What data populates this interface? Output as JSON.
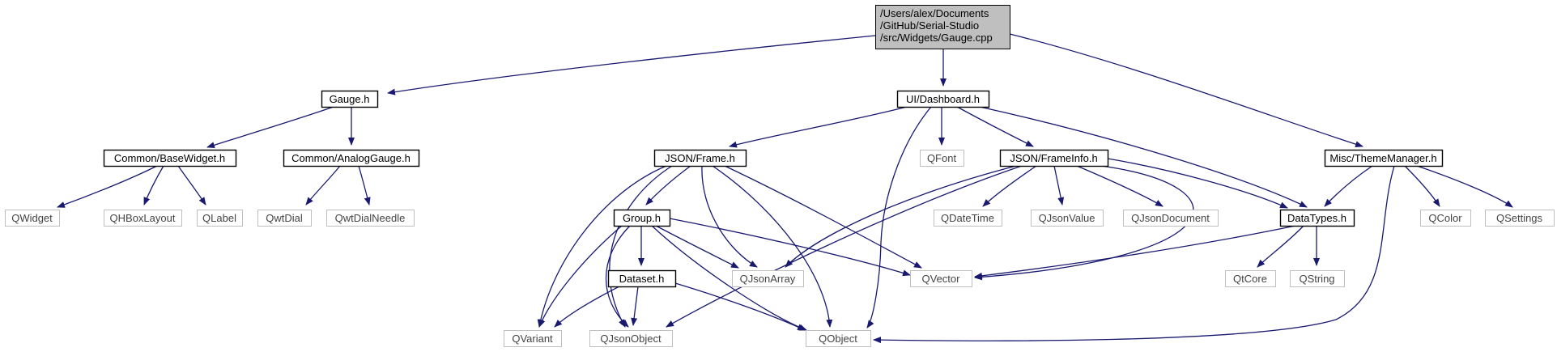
{
  "diagram": {
    "type": "include-dependency-graph",
    "colors": {
      "edge": "#191970",
      "root_fill": "#bfbfbf",
      "node_border": "#000000",
      "external_border": "#bfbfbf"
    },
    "nodes": [
      {
        "id": "root",
        "kind": "root",
        "lines": [
          "/Users/alex/Documents",
          "/GitHub/Serial-Studio",
          "/src/Widgets/Gauge.cpp"
        ]
      },
      {
        "id": "gauge_h",
        "kind": "internal",
        "lines": [
          "Gauge.h"
        ]
      },
      {
        "id": "dashboard_h",
        "kind": "internal",
        "lines": [
          "UI/Dashboard.h"
        ]
      },
      {
        "id": "thememanager_h",
        "kind": "internal",
        "lines": [
          "Misc/ThemeManager.h"
        ]
      },
      {
        "id": "basewidget_h",
        "kind": "internal",
        "lines": [
          "Common/BaseWidget.h"
        ]
      },
      {
        "id": "analoggauge_h",
        "kind": "internal",
        "lines": [
          "Common/AnalogGauge.h"
        ]
      },
      {
        "id": "frame_h",
        "kind": "internal",
        "lines": [
          "JSON/Frame.h"
        ]
      },
      {
        "id": "qfont",
        "kind": "external",
        "lines": [
          "QFont"
        ]
      },
      {
        "id": "frameinfo_h",
        "kind": "internal",
        "lines": [
          "JSON/FrameInfo.h"
        ]
      },
      {
        "id": "qwidget",
        "kind": "external",
        "lines": [
          "QWidget"
        ]
      },
      {
        "id": "qhboxlayout",
        "kind": "external",
        "lines": [
          "QHBoxLayout"
        ]
      },
      {
        "id": "qlabel",
        "kind": "external",
        "lines": [
          "QLabel"
        ]
      },
      {
        "id": "qwtdial",
        "kind": "external",
        "lines": [
          "QwtDial"
        ]
      },
      {
        "id": "qwtdialneedle",
        "kind": "external",
        "lines": [
          "QwtDialNeedle"
        ]
      },
      {
        "id": "group_h",
        "kind": "internal",
        "lines": [
          "Group.h"
        ]
      },
      {
        "id": "qdatetime",
        "kind": "external",
        "lines": [
          "QDateTime"
        ]
      },
      {
        "id": "qjsonvalue",
        "kind": "external",
        "lines": [
          "QJsonValue"
        ]
      },
      {
        "id": "qjsondocument",
        "kind": "external",
        "lines": [
          "QJsonDocument"
        ]
      },
      {
        "id": "datatypes_h",
        "kind": "internal",
        "lines": [
          "DataTypes.h"
        ]
      },
      {
        "id": "qcolor",
        "kind": "external",
        "lines": [
          "QColor"
        ]
      },
      {
        "id": "qsettings",
        "kind": "external",
        "lines": [
          "QSettings"
        ]
      },
      {
        "id": "qjsonarray",
        "kind": "external",
        "lines": [
          "QJsonArray"
        ]
      },
      {
        "id": "qvector",
        "kind": "external",
        "lines": [
          "QVector"
        ]
      },
      {
        "id": "dataset_h",
        "kind": "internal",
        "lines": [
          "Dataset.h"
        ]
      },
      {
        "id": "qtcore",
        "kind": "external",
        "lines": [
          "QtCore"
        ]
      },
      {
        "id": "qstring",
        "kind": "external",
        "lines": [
          "QString"
        ]
      },
      {
        "id": "qvariant",
        "kind": "external",
        "lines": [
          "QVariant"
        ]
      },
      {
        "id": "qjsonobject",
        "kind": "external",
        "lines": [
          "QJsonObject"
        ]
      },
      {
        "id": "qobject",
        "kind": "external",
        "lines": [
          "QObject"
        ]
      }
    ],
    "edges": [
      {
        "from": "root",
        "to": "gauge_h"
      },
      {
        "from": "root",
        "to": "dashboard_h"
      },
      {
        "from": "root",
        "to": "thememanager_h"
      },
      {
        "from": "gauge_h",
        "to": "basewidget_h"
      },
      {
        "from": "gauge_h",
        "to": "analoggauge_h"
      },
      {
        "from": "basewidget_h",
        "to": "qwidget"
      },
      {
        "from": "basewidget_h",
        "to": "qhboxlayout"
      },
      {
        "from": "basewidget_h",
        "to": "qlabel"
      },
      {
        "from": "analoggauge_h",
        "to": "qwtdial"
      },
      {
        "from": "analoggauge_h",
        "to": "qwtdialneedle"
      },
      {
        "from": "dashboard_h",
        "to": "frame_h"
      },
      {
        "from": "dashboard_h",
        "to": "qfont"
      },
      {
        "from": "dashboard_h",
        "to": "frameinfo_h"
      },
      {
        "from": "dashboard_h",
        "to": "datatypes_h"
      },
      {
        "from": "dashboard_h",
        "to": "qobject"
      },
      {
        "from": "frame_h",
        "to": "group_h"
      },
      {
        "from": "frame_h",
        "to": "qvariant"
      },
      {
        "from": "frame_h",
        "to": "qjsonobject"
      },
      {
        "from": "frame_h",
        "to": "qjsonarray"
      },
      {
        "from": "frame_h",
        "to": "qobject"
      },
      {
        "from": "frame_h",
        "to": "qvector"
      },
      {
        "from": "frameinfo_h",
        "to": "qjsonarray"
      },
      {
        "from": "frameinfo_h",
        "to": "qdatetime"
      },
      {
        "from": "frameinfo_h",
        "to": "qjsonvalue"
      },
      {
        "from": "frameinfo_h",
        "to": "qjsondocument"
      },
      {
        "from": "frameinfo_h",
        "to": "datatypes_h"
      },
      {
        "from": "frameinfo_h",
        "to": "qjsonobject"
      },
      {
        "from": "frameinfo_h",
        "to": "qvector"
      },
      {
        "from": "thememanager_h",
        "to": "datatypes_h"
      },
      {
        "from": "thememanager_h",
        "to": "qcolor"
      },
      {
        "from": "thememanager_h",
        "to": "qsettings"
      },
      {
        "from": "thememanager_h",
        "to": "qobject"
      },
      {
        "from": "group_h",
        "to": "dataset_h"
      },
      {
        "from": "group_h",
        "to": "qvariant"
      },
      {
        "from": "group_h",
        "to": "qjsonobject"
      },
      {
        "from": "group_h",
        "to": "qjsonarray"
      },
      {
        "from": "group_h",
        "to": "qvector"
      },
      {
        "from": "group_h",
        "to": "qobject"
      },
      {
        "from": "dataset_h",
        "to": "qvariant"
      },
      {
        "from": "dataset_h",
        "to": "qjsonobject"
      },
      {
        "from": "dataset_h",
        "to": "qobject"
      },
      {
        "from": "datatypes_h",
        "to": "qvector"
      },
      {
        "from": "datatypes_h",
        "to": "qtcore"
      },
      {
        "from": "datatypes_h",
        "to": "qstring"
      }
    ]
  }
}
